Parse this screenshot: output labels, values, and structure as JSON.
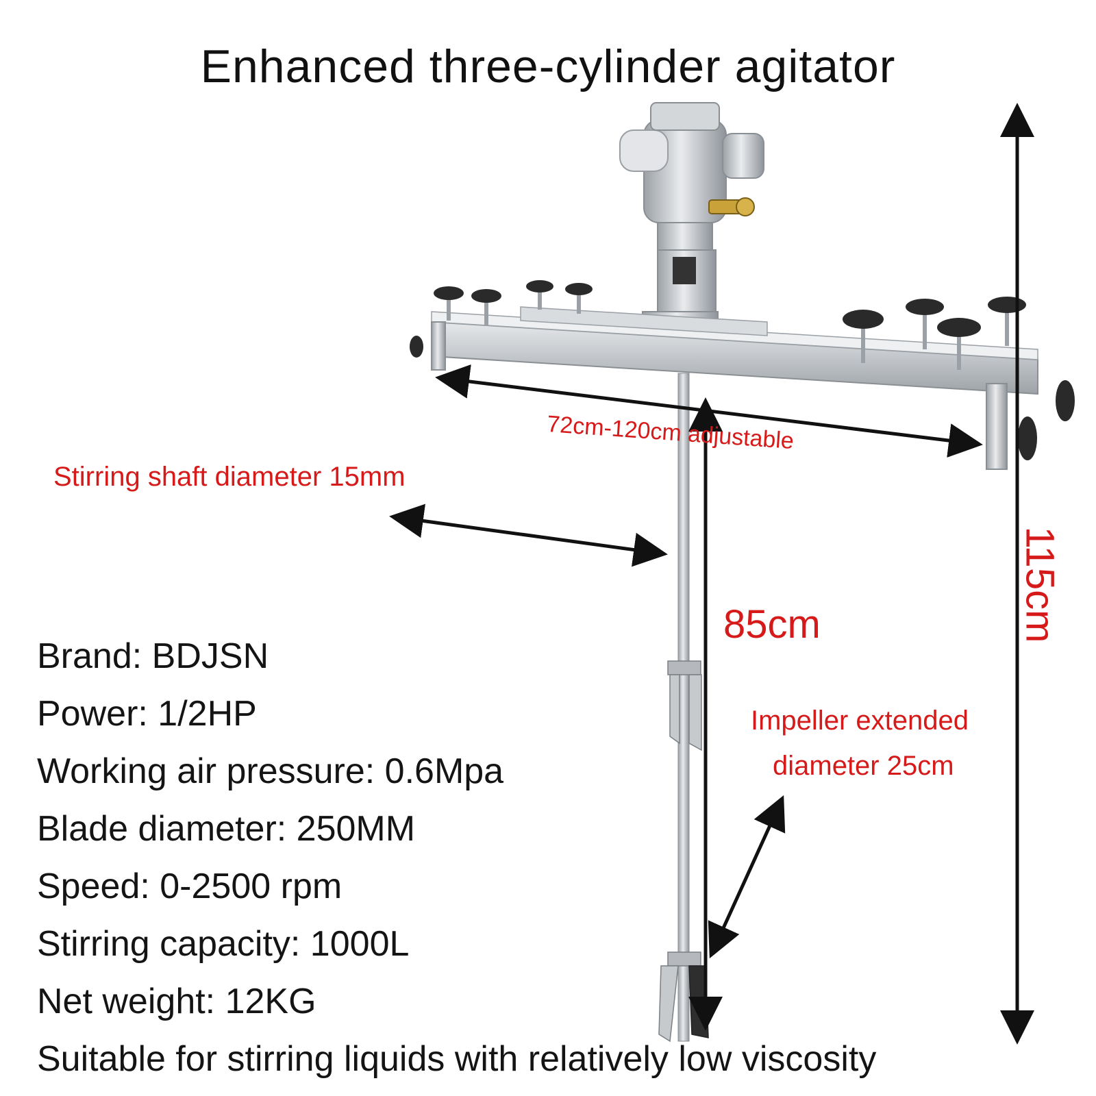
{
  "title": "Enhanced three-cylinder agitator",
  "dimensions": {
    "width_label": "72cm-120cm adjustable",
    "shaft_label": "Stirring shaft diameter 15mm",
    "shaft_length": "85cm",
    "impeller_line1": "Impeller extended",
    "impeller_line2": "diameter 25cm",
    "total_height": "115cm"
  },
  "specs": [
    "Brand: BDJSN",
    "Power: 1/2HP",
    "Working air pressure: 0.6Mpa",
    "Blade diameter: 250MM",
    "Speed: 0-2500 rpm",
    "Stirring capacity: 1000L",
    "Net weight: 12KG",
    "Suitable for stirring liquids with relatively low viscosity"
  ],
  "colors": {
    "annotation": "#d61a1a",
    "text": "#141414",
    "metal": "#c9ccd0",
    "knob": "#2a2a2a"
  }
}
